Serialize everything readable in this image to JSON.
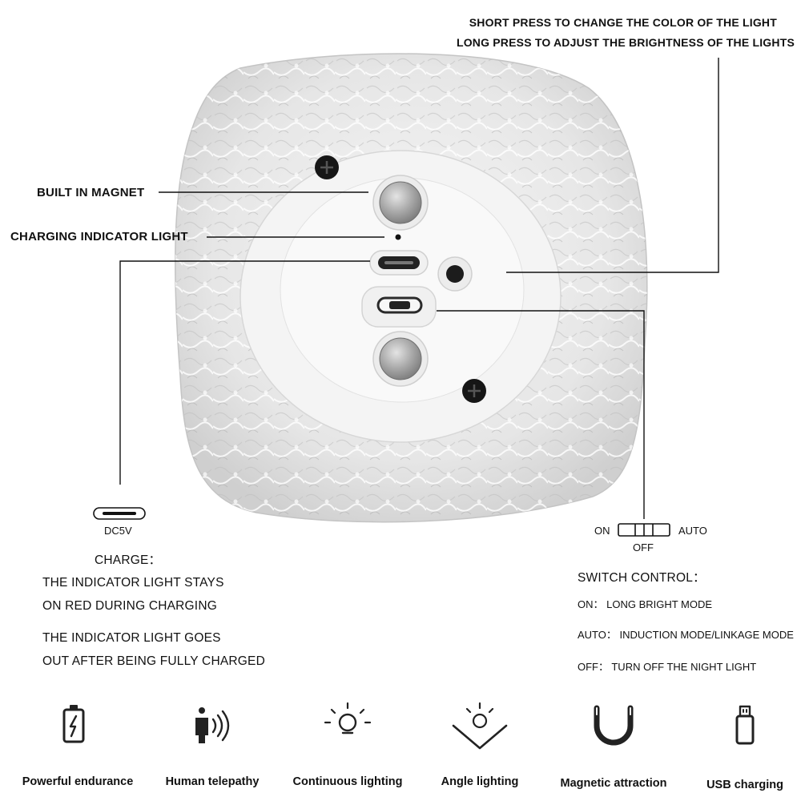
{
  "callouts": {
    "button_line1": "SHORT PRESS TO CHANGE THE COLOR OF THE LIGHT",
    "button_line2": "LONG PRESS TO ADJUST THE BRIGHTNESS OF THE LIGHTS",
    "magnet": "BUILT IN MAGNET",
    "indicator": "CHARGING INDICATOR LIGHT"
  },
  "charge": {
    "port_label": "DC5V",
    "title": "CHARGE：",
    "line1": "THE INDICATOR LIGHT STAYS",
    "line2": "ON RED DURING CHARGING",
    "line3": "THE INDICATOR LIGHT GOES",
    "line4": "OUT AFTER BEING FULLY CHARGED"
  },
  "switch": {
    "on_label": "ON",
    "auto_label": "AUTO",
    "off_label": "OFF",
    "title": "SWITCH CONTROL：",
    "on_desc": "ON： LONG BRIGHT MODE",
    "auto_desc": "AUTO： INDUCTION MODE/LINKAGE MODE",
    "off_desc": "OFF： TURN OFF THE NIGHT LIGHT"
  },
  "features": [
    {
      "icon": "battery-icon",
      "label": "Powerful endurance"
    },
    {
      "icon": "human-sensor-icon",
      "label": "Human telepathy"
    },
    {
      "icon": "bulb-icon",
      "label": "Continuous lighting"
    },
    {
      "icon": "angle-light-icon",
      "label": "Angle lighting"
    },
    {
      "icon": "magnet-icon",
      "label": "Magnetic attraction"
    },
    {
      "icon": "usb-icon",
      "label": "USB charging"
    }
  ],
  "colors": {
    "text": "#111111",
    "indicator_red": "#d11a1a"
  }
}
